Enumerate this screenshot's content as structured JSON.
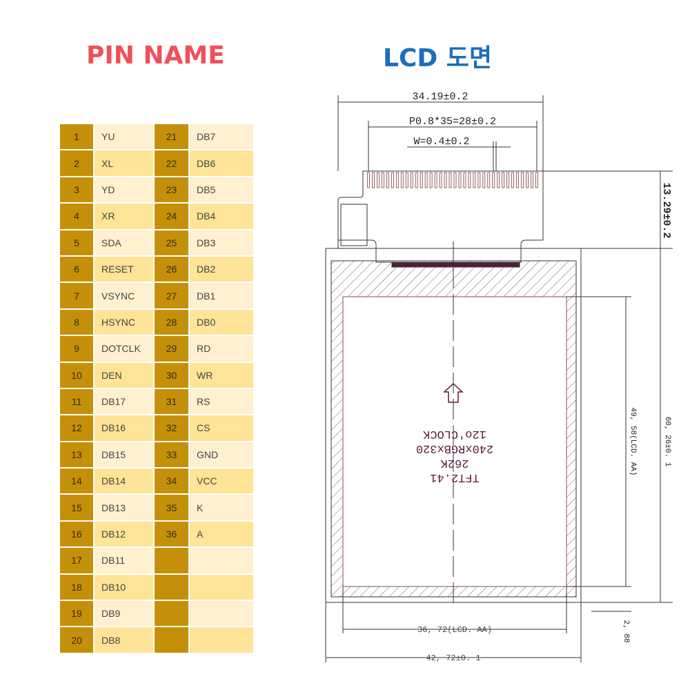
{
  "titles": {
    "pin_name": "PIN NAME",
    "lcd_drawing": "LCD 도면"
  },
  "pins": [
    {
      "n1": "1",
      "p1": "YU",
      "n2": "21",
      "p2": "DB7"
    },
    {
      "n1": "2",
      "p1": "XL",
      "n2": "22",
      "p2": "DB6"
    },
    {
      "n1": "3",
      "p1": "YD",
      "n2": "23",
      "p2": "DB5"
    },
    {
      "n1": "4",
      "p1": "XR",
      "n2": "24",
      "p2": "DB4"
    },
    {
      "n1": "5",
      "p1": "SDA",
      "n2": "25",
      "p2": "DB3"
    },
    {
      "n1": "6",
      "p1": "RESET",
      "n2": "26",
      "p2": "DB2"
    },
    {
      "n1": "7",
      "p1": "VSYNC",
      "n2": "27",
      "p2": "DB1"
    },
    {
      "n1": "8",
      "p1": "HSYNC",
      "n2": "28",
      "p2": "DB0"
    },
    {
      "n1": "9",
      "p1": "DOTCLK",
      "n2": "29",
      "p2": "RD"
    },
    {
      "n1": "10",
      "p1": "DEN",
      "n2": "30",
      "p2": "WR"
    },
    {
      "n1": "11",
      "p1": "DB17",
      "n2": "31",
      "p2": "RS"
    },
    {
      "n1": "12",
      "p1": "DB16",
      "n2": "32",
      "p2": "CS"
    },
    {
      "n1": "13",
      "p1": "DB15",
      "n2": "33",
      "p2": "GND"
    },
    {
      "n1": "14",
      "p1": "DB14",
      "n2": "34",
      "p2": "VCC"
    },
    {
      "n1": "15",
      "p1": "DB13",
      "n2": "35",
      "p2": "K"
    },
    {
      "n1": "16",
      "p1": "DB12",
      "n2": "36",
      "p2": "A"
    },
    {
      "n1": "17",
      "p1": "DB11",
      "n2": "",
      "p2": ""
    },
    {
      "n1": "18",
      "p1": "DB10",
      "n2": "",
      "p2": ""
    },
    {
      "n1": "19",
      "p1": "DB9",
      "n2": "",
      "p2": ""
    },
    {
      "n1": "20",
      "p1": "DB8",
      "n2": "",
      "p2": ""
    }
  ],
  "drawing": {
    "dim_width": "34.19±0.2",
    "dim_pitch": "P0.8*35=28±0.2",
    "dim_w": "W=0.4±0.2",
    "dim_fpc": "13.29±0.2",
    "dim_aa_h": "49, 58(LCD. AA)",
    "dim_h": "60, 26±0. 1",
    "dim_aa_w": "36, 72(LCD. AA)",
    "dim_total_w": "42, 72±0. 1",
    "dim_bottom": "2, 88",
    "label_lines": [
      "TFT2.41",
      "262K",
      "240xRGBx320",
      "12o'CLOCK"
    ]
  }
}
